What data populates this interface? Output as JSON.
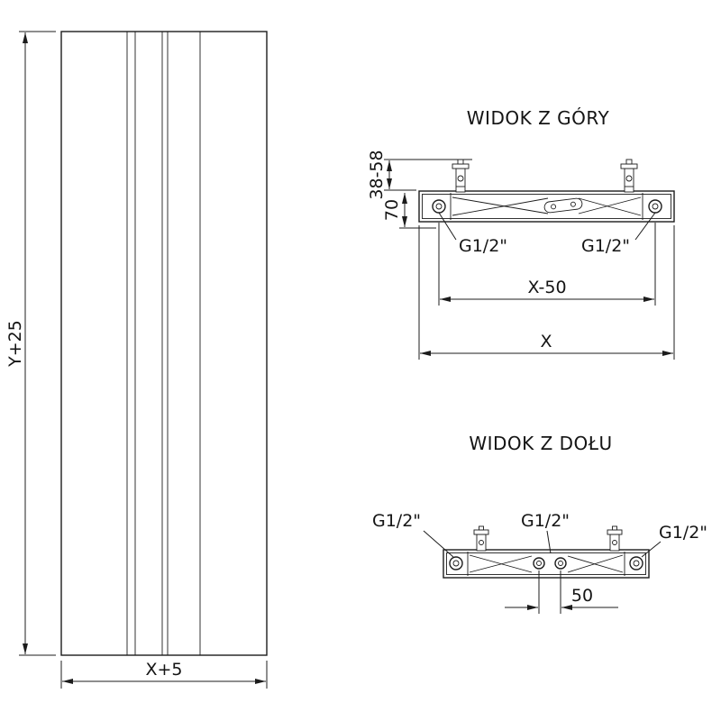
{
  "front_view": {
    "height_dim": "Y+25",
    "width_dim": "X+5"
  },
  "top_view": {
    "title": "WIDOK Z GÓRY",
    "bracket_depth_dim": "38-58",
    "depth_dim": "70",
    "left_connection": "G1/2\"",
    "right_connection": "G1/2\"",
    "connection_spacing_dim": "X-50",
    "total_width_dim": "X"
  },
  "bottom_view": {
    "title": "WIDOK Z DOŁU",
    "left_connection": "G1/2\"",
    "center_connection": "G1/2\"",
    "right_connection": "G1/2\"",
    "center_spacing_dim": "50"
  }
}
